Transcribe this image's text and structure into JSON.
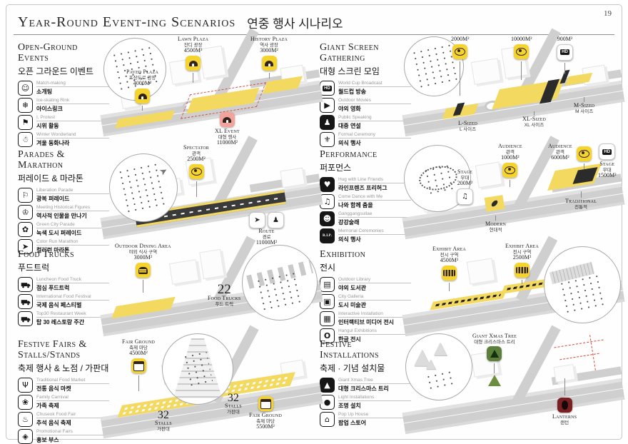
{
  "page": {
    "number": "19",
    "title_en": "Year-Round Event-ing Scenarios",
    "title_kr": "연중 행사 시나리오"
  },
  "colors": {
    "zone_yellow": "#F3D95F",
    "badge_yellow": "#F6D42E",
    "badge_pink": "#F2A39C",
    "badge_green": "#5D7F3C",
    "badge_darkred": "#7A2022",
    "dashed_red": "#D9473B",
    "screen_black": "#2B2B2B"
  },
  "badge_icons": {
    "eye": "spectator-area",
    "dome": "event-tent",
    "burger": "dining",
    "stall": "fair-stall",
    "gallery": "exhibit",
    "hd_chip": "giant-screen",
    "tree": "xmas-tree",
    "lantern": "lantern",
    "runner": "marathon-route",
    "walker": "parade-route",
    "dancers": "stage-performers"
  },
  "sections": [
    {
      "title_en": "Open-Ground Events",
      "title_kr": "오픈 그라운드 이벤트",
      "items": [
        {
          "en": "Match-making",
          "kr": "소개팅",
          "glyph": "☺"
        },
        {
          "en": "Ice-skating Rink",
          "kr": "아이스링크",
          "glyph": "❄"
        },
        {
          "en": "I, Protest",
          "kr": "시위 활동",
          "glyph": "⚑"
        },
        {
          "en": "Winter Wonderland",
          "kr": "겨울 동화나라",
          "glyph": "☃"
        }
      ],
      "callouts": {
        "lawn": {
          "en": "Lawn Plaza",
          "kr": "잔디 광장",
          "area": "4500M²"
        },
        "history": {
          "en": "History Plaza",
          "kr": "역사 광장",
          "area": "3000M²"
        },
        "paved": {
          "en": "Paved Plaza",
          "kr": "포장도로 광장",
          "area": "4000M²"
        },
        "xl": {
          "en": "XL Event",
          "kr": "대형 행사",
          "area": "11000M²"
        }
      }
    },
    {
      "title_en": "Giant Screen Gathering",
      "title_kr": "대형 스크린 모임",
      "items": [
        {
          "en": "World Cup Broadcast",
          "kr": "월드컵 방송",
          "glyph": "HD"
        },
        {
          "en": "Outdoor Movies",
          "kr": "야외 영화",
          "glyph": "▶"
        },
        {
          "en": "Public Speaking",
          "kr": "대중 연설",
          "glyph": "♟"
        },
        {
          "en": "Formal Ceremony",
          "kr": "의식 행사",
          "glyph": "⚜"
        }
      ],
      "callouts": {
        "a2000": {
          "area": "2000M²"
        },
        "a10000": {
          "area": "10000M²"
        },
        "a900": {
          "area": "900M²",
          "glyph": "HD"
        },
        "l": {
          "en": "L-Sized",
          "kr": "L 사이즈"
        },
        "m": {
          "en": "M-Sized",
          "kr": "M 사이즈"
        },
        "xl": {
          "en": "XL-Sized",
          "kr": "XL 사이즈"
        }
      }
    },
    {
      "title_en": "Parades & Marathon",
      "title_kr": "퍼레이드 & 마라톤",
      "items": [
        {
          "en": "Liberation Parade",
          "kr": "광복 퍼레이드",
          "glyph": "⚐"
        },
        {
          "en": "Meeting Historical Figures",
          "kr": "역사적 인물을 만나기",
          "glyph": "♔"
        },
        {
          "en": "Green City Parade",
          "kr": "녹색 도시 퍼레이드",
          "glyph": "✿"
        },
        {
          "en": "Color Run Marathon",
          "kr": "컬러런 마라톤",
          "glyph": "➤"
        }
      ],
      "callouts": {
        "spectator": {
          "en": "Spectator",
          "kr": "관객",
          "area": "2500M²"
        },
        "route": {
          "en": "Route",
          "kr": "경로",
          "area": "11000M²",
          "runner": "➤",
          "walker": "♟"
        }
      }
    },
    {
      "title_en": "Performance",
      "title_kr": "퍼포먼스",
      "items": [
        {
          "en": "Hug with Line Friends",
          "kr": "라인프렌즈 프리허그",
          "glyph": "♥"
        },
        {
          "en": "Come Dance with Me",
          "kr": "나와 함께 춤을",
          "glyph": "♫"
        },
        {
          "en": "Ganggangsullae",
          "kr": "강강술래",
          "glyph": "☻"
        },
        {
          "en": "Memorial Ceremonies",
          "kr": "의식 행사",
          "glyph": "R.I.P."
        }
      ],
      "callouts": {
        "audience_big": {
          "en": "Audience",
          "kr": "관객",
          "area": "6000M²"
        },
        "stage_big": {
          "en": "Stage",
          "kr": "무대",
          "area": "1500M²",
          "glyph": "HD"
        },
        "audience_small": {
          "en": "Audience",
          "kr": "관객",
          "area": "1000M²"
        },
        "stage_small": {
          "en": "Stage",
          "kr": "무대",
          "area": "200M²",
          "glyph": "♫"
        },
        "traditional": {
          "en": "Traditional",
          "kr": "전통적"
        },
        "modern": {
          "en": "Modern",
          "kr": "현대적"
        }
      }
    },
    {
      "title_en": "Food Trucks",
      "title_kr": "푸드트럭",
      "items": [
        {
          "en": "Luncheon Food Truck",
          "kr": "점심 푸드트럭"
        },
        {
          "en": "International Food Festival",
          "kr": "국제 음식 페스티벌"
        },
        {
          "en": "Top30 Restaurant Week",
          "kr": "탑 30 레스토랑 주간"
        }
      ],
      "callouts": {
        "dining": {
          "en": "Outdoor Dining Area",
          "kr": "야외 식사 구역",
          "area": "3000M²"
        },
        "count": {
          "value": "22",
          "en": "Food Trucks",
          "kr": "푸드 트럭"
        }
      }
    },
    {
      "title_en": "Exhibition",
      "title_kr": "전시",
      "items": [
        {
          "en": "Outdoor Library",
          "kr": "야외 도서관",
          "glyph": "▤"
        },
        {
          "en": "City Galleria",
          "kr": "도시 미술관",
          "glyph": "▣"
        },
        {
          "en": "Interactive Installation",
          "kr": "인터랙티브 미디어 전시",
          "glyph": "▦"
        },
        {
          "en": "Hangul Exhibitions",
          "kr": "한글 전시",
          "glyph": "O"
        }
      ],
      "callouts": {
        "area_a": {
          "en": "Exhibit Area",
          "kr": "전시 구역",
          "area": "4500M²"
        },
        "area_b": {
          "en": "Exhibit Area",
          "kr": "전시 구역",
          "area": "2500M²"
        }
      }
    },
    {
      "title_en": "Festive Fairs & Stalls/Stands",
      "title_kr": "축제 행사 & 노점 / 가판대",
      "items": [
        {
          "en": "Traditional Food Market",
          "kr": "전통 음식 마켓",
          "glyph": "Ψ"
        },
        {
          "en": "Family Carnival",
          "kr": "가족 축제",
          "glyph": "❀"
        },
        {
          "en": "Chuseok Food Fair",
          "kr": "추석 음식 축제",
          "glyph": "♨"
        },
        {
          "en": "Promotional Fairs",
          "kr": "홍보 부스",
          "glyph": "◈"
        }
      ],
      "callouts": {
        "fair_a": {
          "en": "Fair Ground",
          "kr": "축제 마당",
          "area": "4500M²"
        },
        "fair_b": {
          "en": "Fair Ground",
          "kr": "축제 마당",
          "area": "5500M²"
        },
        "stalls": {
          "value": "32",
          "en": "Stalls",
          "kr": "가판대"
        }
      }
    },
    {
      "title_en": "Festive Installations",
      "title_kr": "축제 · 기념 설치물",
      "items": [
        {
          "en": "Giant Xmas Tree",
          "kr": "대형 크리스마스 트리",
          "glyph": "▲"
        },
        {
          "en": "Light Installations",
          "kr": "조명 설치",
          "glyph": "●"
        },
        {
          "en": "Pop Up House",
          "kr": "팝업 스토어",
          "glyph": "⌂"
        }
      ],
      "callouts": {
        "tree": {
          "en": "Giant Xmas Tree",
          "kr": "대형 크리스마스 트리"
        },
        "lanterns": {
          "en": "Lanterns",
          "kr": "랜턴"
        }
      }
    }
  ]
}
